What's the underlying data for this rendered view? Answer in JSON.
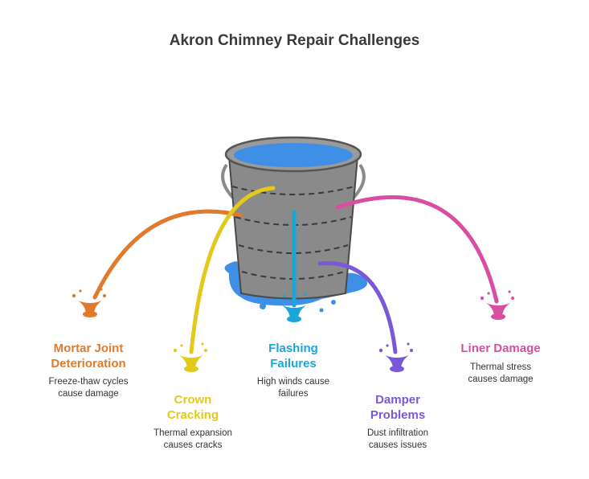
{
  "title": "Akron Chimney Repair Challenges",
  "colors": {
    "bucket": "#8a8a8a",
    "bucket_dark": "#4a4a4a",
    "water": "#3f8fe6",
    "mortar": "#e07a2c",
    "crown": "#e3c91c",
    "flashing": "#1aa6d9",
    "damper": "#7b57d9",
    "liner": "#d94da3"
  },
  "challenges": [
    {
      "label_line1": "Mortar Joint",
      "label_line2": "Deterioration",
      "desc_line1": "Freeze-thaw cycles",
      "desc_line2": "cause damage",
      "color": "#e07a2c"
    },
    {
      "label_line1": "Crown",
      "label_line2": "Cracking",
      "desc_line1": "Thermal expansion",
      "desc_line2": "causes cracks",
      "color": "#e3c91c"
    },
    {
      "label_line1": "Flashing",
      "label_line2": "Failures",
      "desc_line1": "High winds cause",
      "desc_line2": "failures",
      "color": "#1aa6d9"
    },
    {
      "label_line1": "Damper",
      "label_line2": "Problems",
      "desc_line1": "Dust infiltration",
      "desc_line2": "causes issues",
      "color": "#7b57d9"
    },
    {
      "label_line1": "Liner Damage",
      "label_line2": "",
      "desc_line1": "Thermal stress",
      "desc_line2": "causes damage",
      "color": "#d94da3"
    }
  ]
}
